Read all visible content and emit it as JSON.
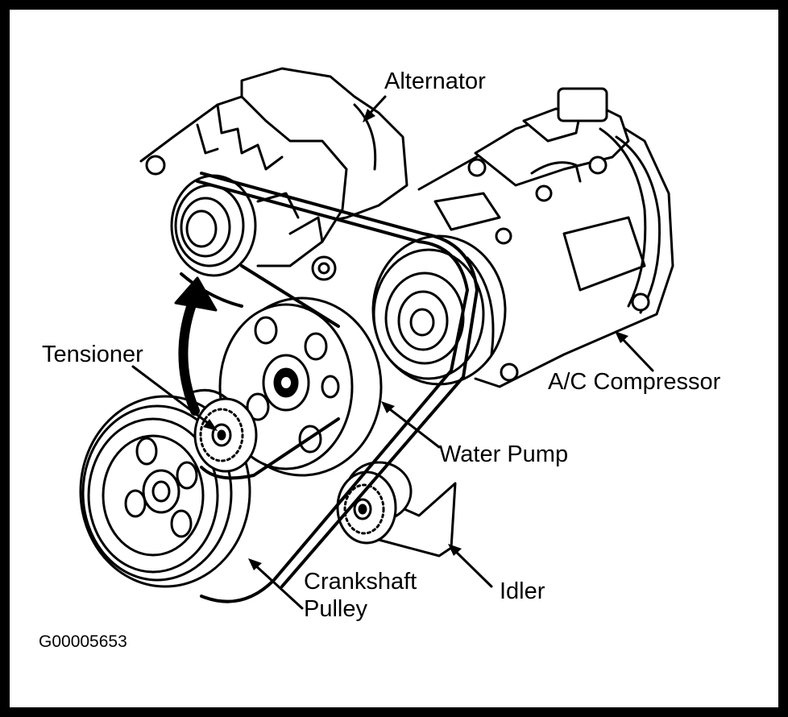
{
  "labels": {
    "alternator": "Alternator",
    "tensioner": "Tensioner",
    "ac_compressor": "A/C Compressor",
    "water_pump": "Water Pump",
    "crankshaft_pulley_line1": "Crankshaft",
    "crankshaft_pulley_line2": "Pulley",
    "idler": "Idler"
  },
  "figure_id": "G00005653",
  "colors": {
    "ink": "#000000",
    "paper": "#ffffff",
    "frame": "#000000"
  }
}
